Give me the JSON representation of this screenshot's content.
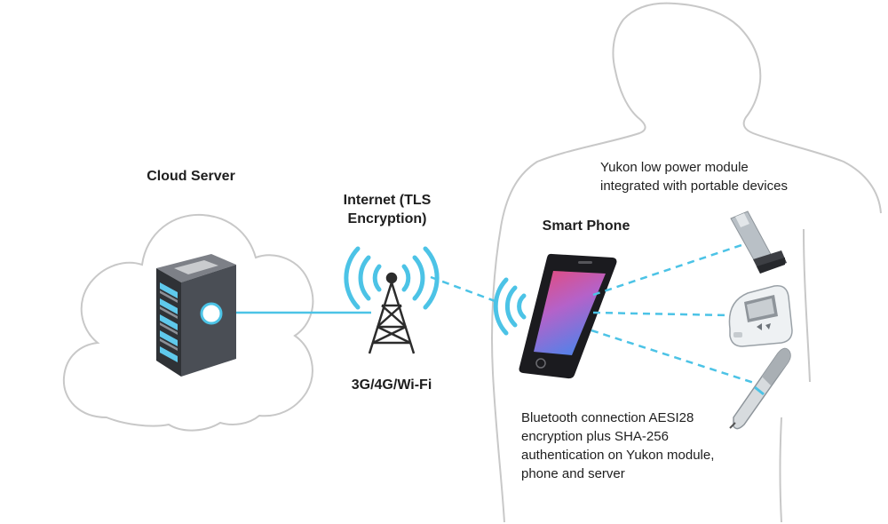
{
  "labels": {
    "cloud_server": "Cloud Server",
    "internet_line1": "Internet (TLS",
    "internet_line2": "Encryption)",
    "network_types": "3G/4G/Wi-Fi",
    "smart_phone": "Smart Phone",
    "module_line1": "Yukon low power module",
    "module_line2": "integrated with portable devices",
    "bluetooth_line1": "Bluetooth connection AESI28",
    "bluetooth_line2": "encryption plus SHA-256",
    "bluetooth_line3": "authentication on Yukon module,",
    "bluetooth_line4": "phone and server"
  },
  "colors": {
    "wifi_blue": "#4cc3e6",
    "outline_gray": "#c8c8c8",
    "server_dark": "#3a3d42",
    "phone_black": "#1b1b1f"
  },
  "icons": {
    "server": "server-rack-icon",
    "tower": "cell-tower-icon",
    "phone": "smartphone-icon",
    "inhaler": "inhaler-icon",
    "glucometer": "glucose-meter-icon",
    "pen": "insulin-pen-icon"
  }
}
